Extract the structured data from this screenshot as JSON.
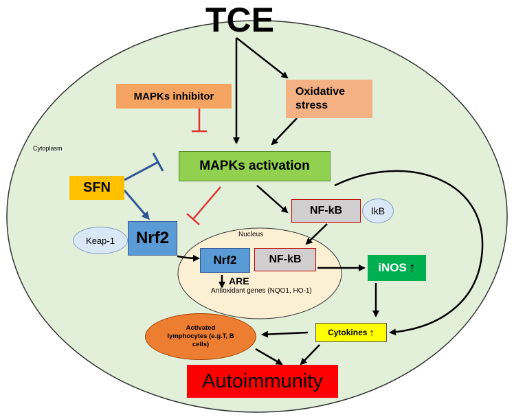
{
  "title": "TCE",
  "regions": {
    "cytoplasm": "Cytoplasm",
    "nucleus": "Nucleus"
  },
  "nodes": {
    "mapks_inhibitor": "MAPKs inhibitor",
    "oxidative_stress": "Oxidative stress",
    "mapks_activation": "MAPKs activation",
    "sfn": "SFN",
    "keap1": "Keap-1",
    "nrf2_cytoplasm": "Nrf2",
    "nfkb_cytoplasm": "NF-kB",
    "ikb": "IkB",
    "nrf2_nucleus": "Nrf2",
    "nfkb_nucleus": "NF-kB",
    "are": "ARE",
    "antioxidant_genes": "Antioxidant genes (NQO1, HO-1)",
    "inos": "iNOS",
    "cytokines": "Cytokines",
    "activated_lymphocytes": "Activated lymphocytes (e.g.T, B cells)",
    "autoimmunity": "Autoimmunity"
  },
  "colors": {
    "cell_fill": "#e2efd9",
    "nucleus_fill": "#fbf0d4",
    "inhibitor_orange": "#f4a460",
    "oxidative_peach": "#f4b183",
    "activation_green": "#92d050",
    "sfn_gold": "#ffc000",
    "nrf2_blue": "#5b9bd5",
    "nfkb_gray": "#d0cece",
    "inos_green": "#00b050",
    "cytokines_yellow": "#ffff00",
    "lymph_orange": "#ed7d31",
    "autoimmunity_red": "#ff0000",
    "inhibition_red": "#e03030",
    "sfn_arrow_blue": "#2f5597"
  },
  "icons": {
    "up_arrow": "up-arrow-icon"
  }
}
